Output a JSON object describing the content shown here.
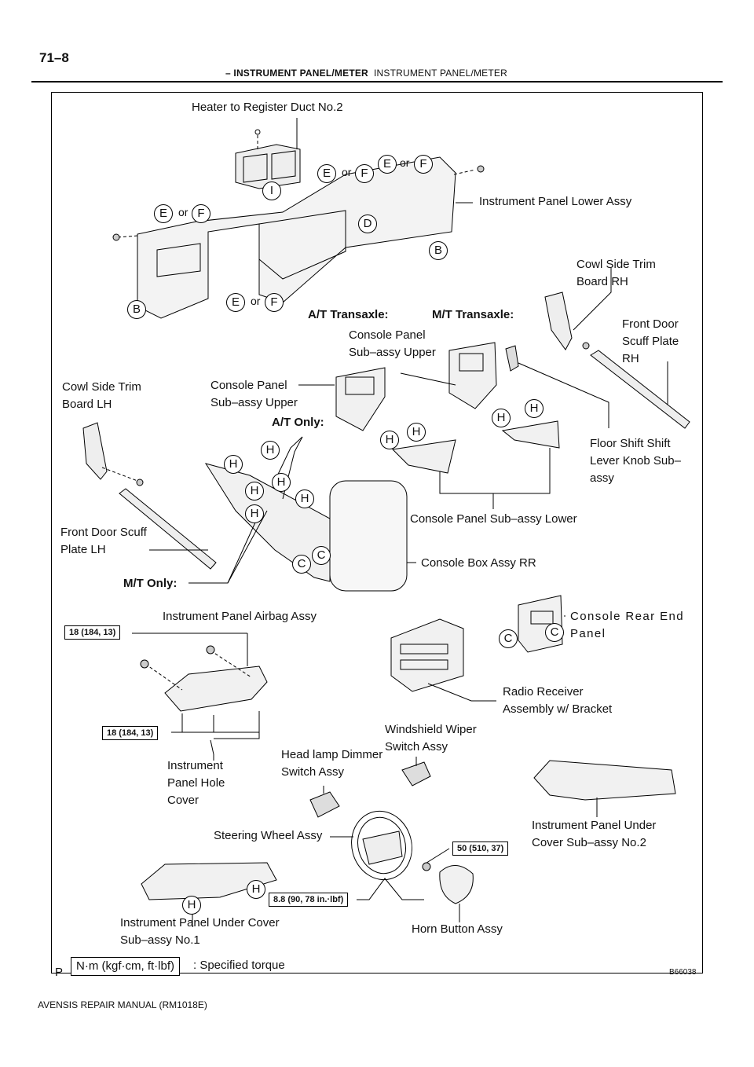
{
  "header": {
    "page_number": "71–8",
    "section": "– INSTRUMENT PANEL/METER",
    "subsection": "INSTRUMENT PANEL/METER"
  },
  "footer": {
    "manual": "AVENSIS REPAIR MANUAL   (RM1018E)"
  },
  "diagram": {
    "figure_code": "B66038",
    "p_mark": "P",
    "labels": {
      "heater_duct": "Heater to Register Duct No.2",
      "ip_lower": "Instrument Panel Lower Assy",
      "cowl_rh": "Cowl Side Trim Board RH",
      "front_door_rh": "Front Door Scuff Plate RH",
      "at_transaxle": "A/T Transaxle:",
      "mt_transaxle": "M/T Transaxle:",
      "console_upper_1": "Console Panel Sub–assy Upper",
      "console_upper_2": "Console Panel Sub–assy Upper",
      "cowl_lh": "Cowl Side Trim Board LH",
      "at_only": "A/T Only:",
      "floor_shift": "Floor Shift Shift Lever Knob Sub–assy",
      "console_lower": "Console Panel Sub–assy Lower",
      "front_door_lh": "Front Door Scuff Plate LH",
      "console_box": "Console Box Assy RR",
      "mt_only": "M/T Only:",
      "airbag": "Instrument Panel Airbag Assy",
      "console_rear": "Console Rear End Panel",
      "radio": "Radio Receiver Assembly w/ Bracket",
      "wiper": "Windshield Wiper Switch Assy",
      "headlamp": "Head lamp Dimmer Switch Assy",
      "hole_cover": "Instrument Panel Hole Cover",
      "steering": "Steering Wheel Assy",
      "under_no2": "Instrument Panel Under Cover Sub–assy No.2",
      "under_no1": "Instrument Panel Under Cover Sub–assy No.1",
      "horn": "Horn Button Assy"
    },
    "torque": {
      "t1": "18 (184, 13)",
      "t2": "18 (184, 13)",
      "t3": "50 (510, 37)",
      "t4": "8.8 (90, 78 in.·lbf)"
    },
    "legend": {
      "units": "N·m (kgf·cm, ft·lbf)",
      "text": ": Specified torque"
    },
    "connector_or": "or",
    "letters": {
      "I": "I",
      "E": "E",
      "F": "F",
      "D": "D",
      "B": "B",
      "H": "H",
      "C": "C"
    }
  }
}
